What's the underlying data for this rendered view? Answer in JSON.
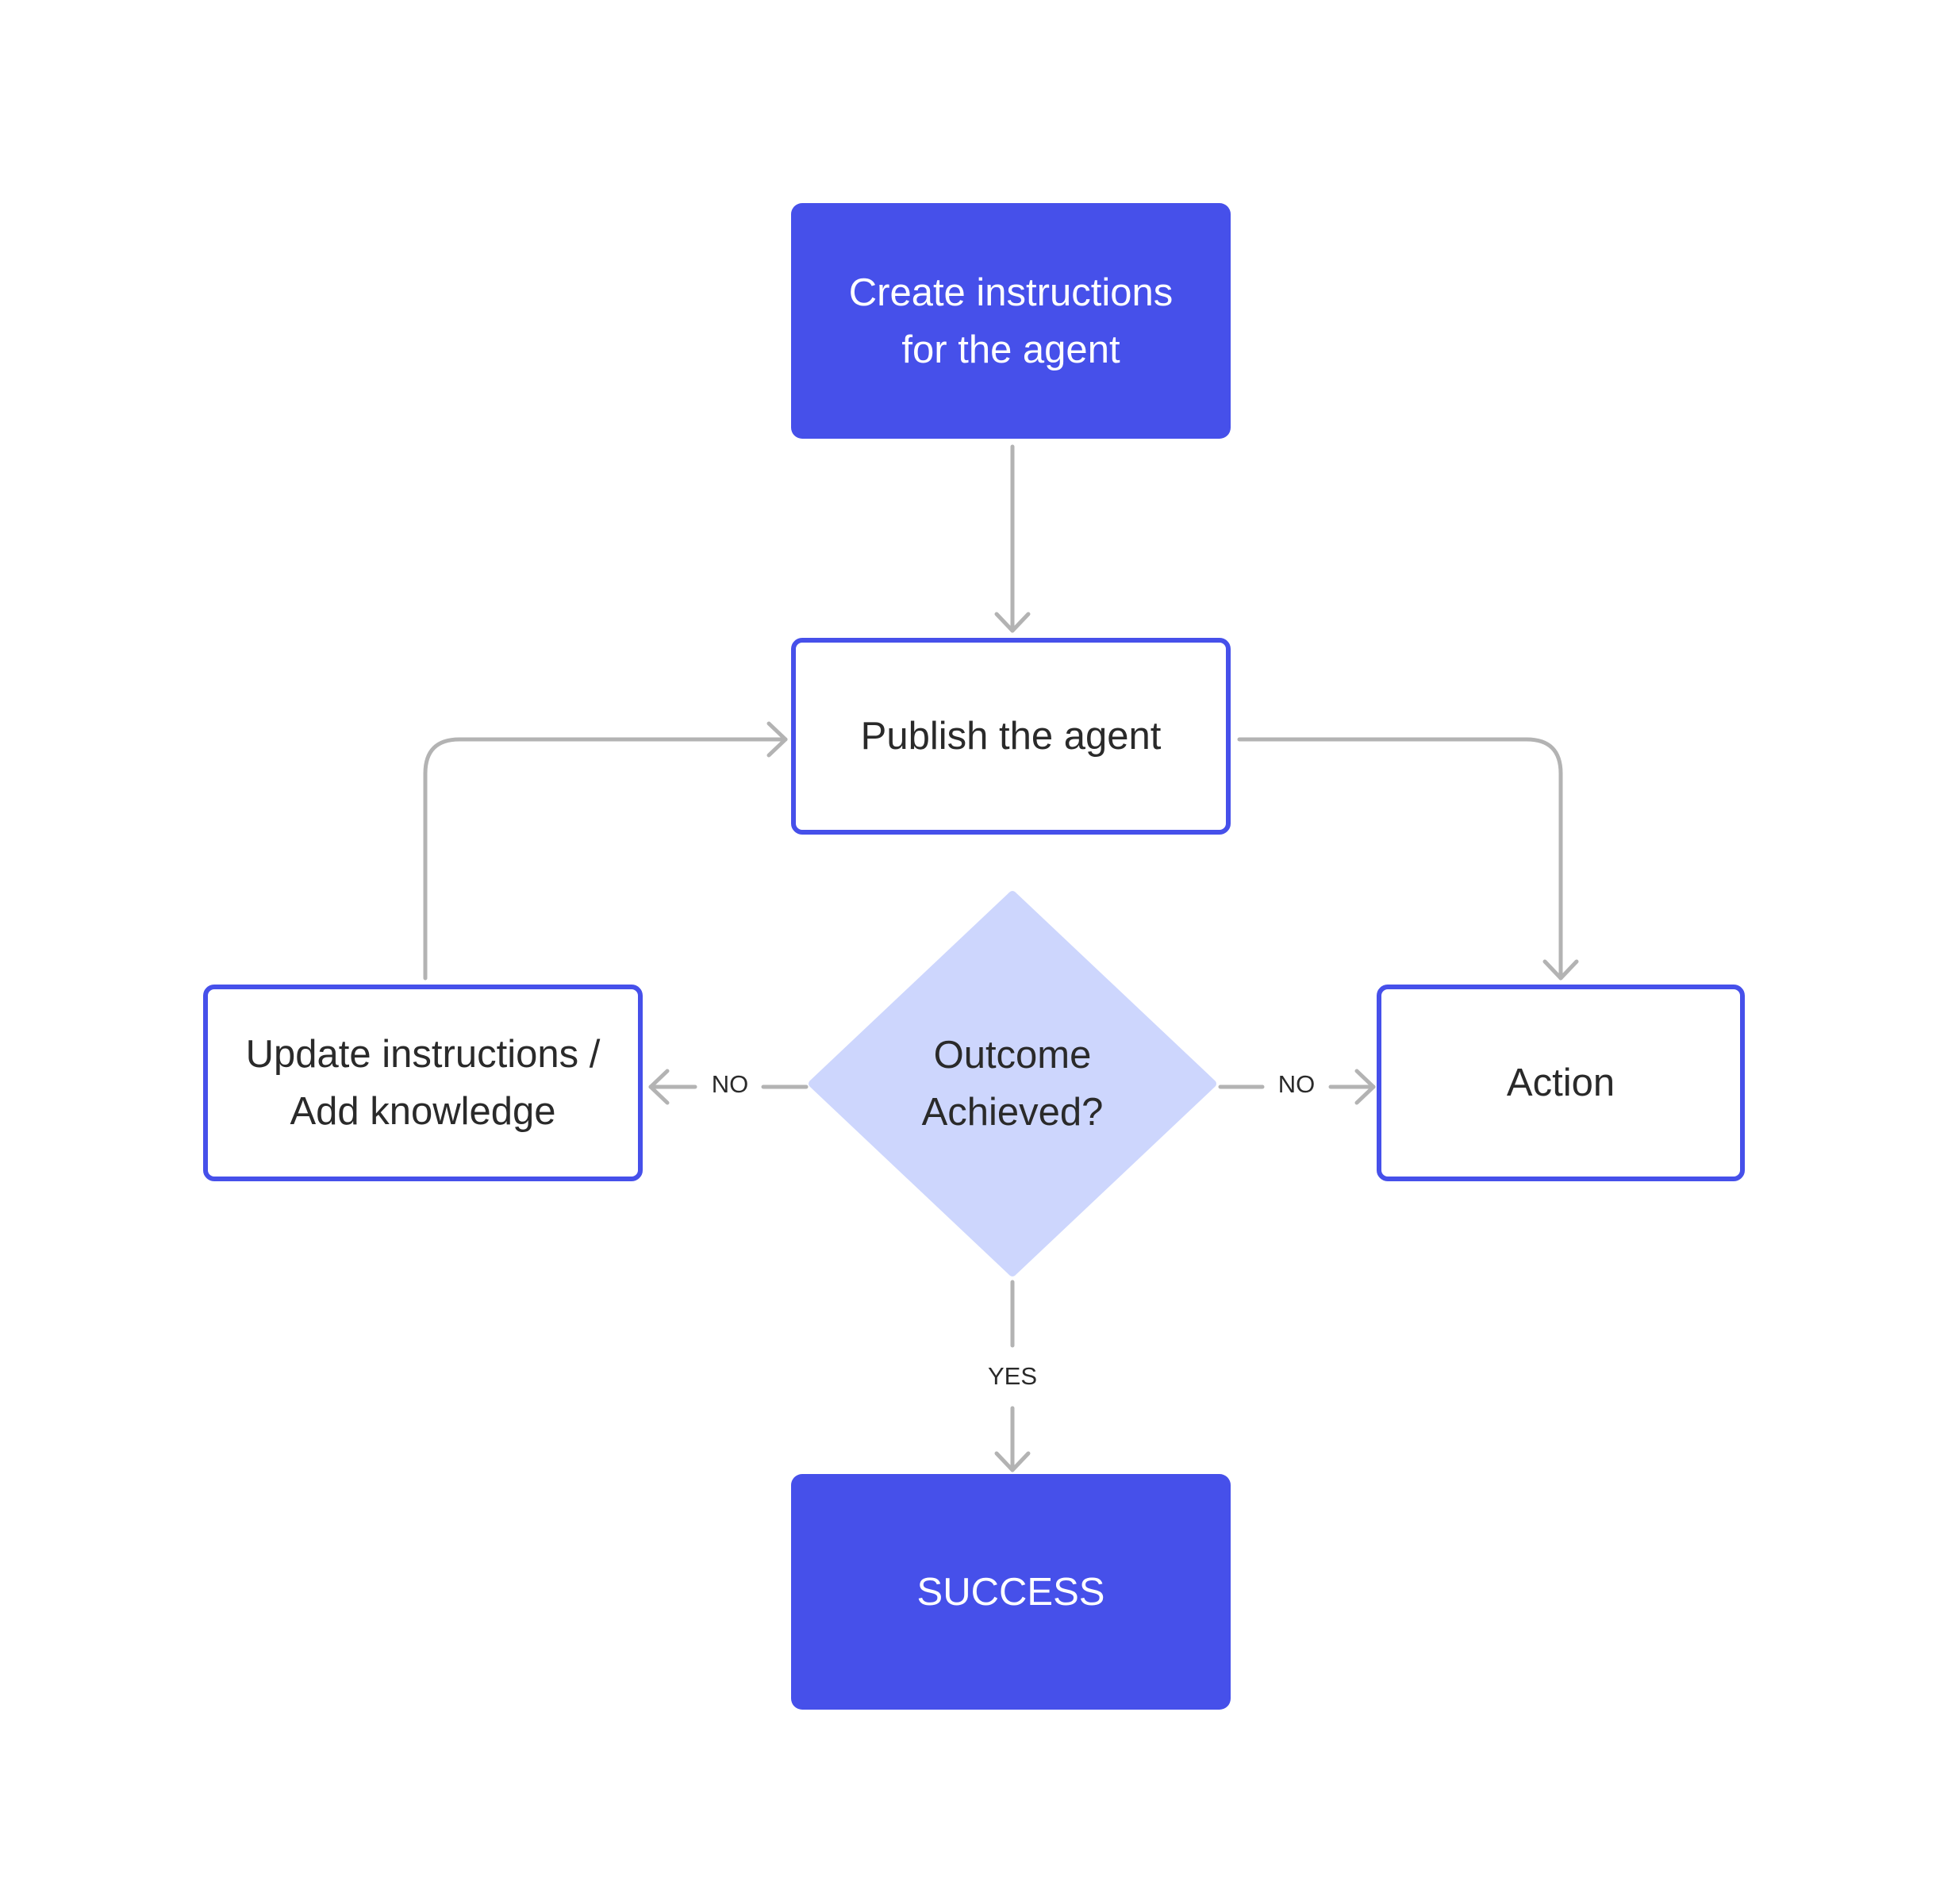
{
  "nodes": {
    "create": {
      "label_line1": "Create instructions",
      "label_line2": "for the agent"
    },
    "publish": {
      "label": "Publish the agent"
    },
    "update": {
      "label_line1": "Update instructions /",
      "label_line2": "Add knowledge"
    },
    "action": {
      "label": "Action"
    },
    "success": {
      "label": "SUCCESS"
    },
    "decision": {
      "label_line1": "Outcome",
      "label_line2": "Achieved?"
    }
  },
  "edges": {
    "no_left": "NO",
    "no_right": "NO",
    "yes": "YES"
  },
  "colors": {
    "primary": "#4650EA",
    "decision_fill": "#CDD6FD",
    "connector": "#B3B3B3",
    "text_dark": "#2a2a2a",
    "text_light": "#ffffff"
  }
}
